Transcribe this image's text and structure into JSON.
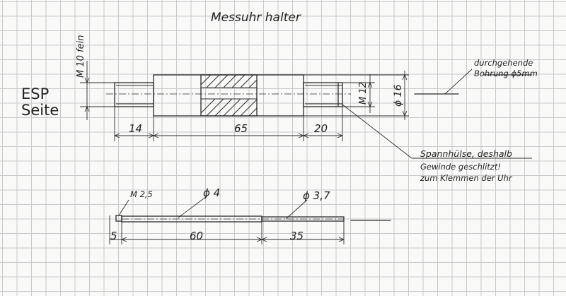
{
  "title": "Messuhr halter",
  "side_label": {
    "line1": "ESP",
    "line2": "Seite"
  },
  "upper_part": {
    "thread_left": "M 10 fein",
    "thread_right": "M 12",
    "outer_diameter": "ϕ 16",
    "dims": {
      "left": "14",
      "middle": "65",
      "right": "20"
    },
    "bore_note": {
      "line1": "durchgehende",
      "line2": "Bohrung ϕ5mm"
    },
    "slot_note": {
      "line1": "Spannhülse, deshalb",
      "line2": "Gewinde geschlitzt!",
      "line3": "zum  Klemmen der Uhr"
    }
  },
  "lower_part": {
    "thread": "M 2,5",
    "diameter_a": "ϕ 4",
    "diameter_b": "ϕ 3,7",
    "dims": {
      "a": "5",
      "b": "60",
      "c": "35"
    }
  }
}
